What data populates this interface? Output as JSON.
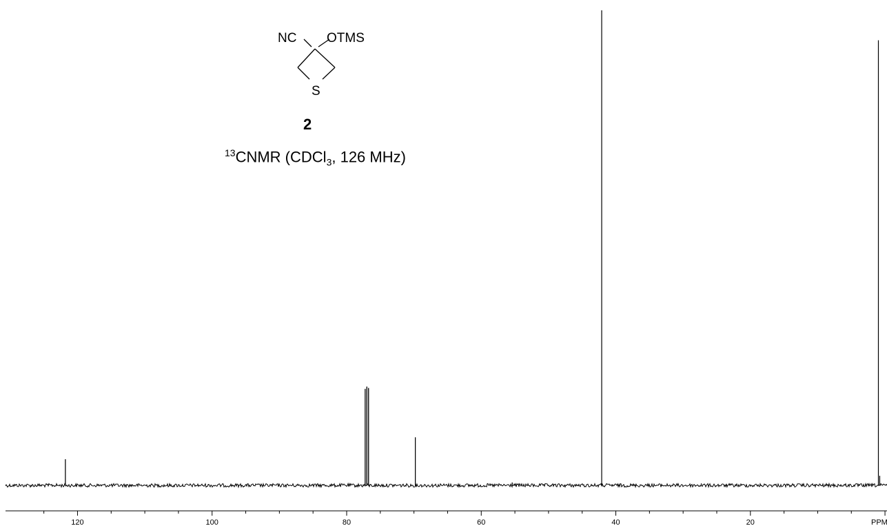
{
  "structure": {
    "label_nc": "NC",
    "label_otms": "OTMS",
    "label_s": "S"
  },
  "annotations": {
    "compound_number": "2",
    "nucleus_superscript": "13",
    "method_prefix": "CNMR (CDCl",
    "solvent_subscript": "3",
    "method_suffix": ", 126 MHz)"
  },
  "chart_data": {
    "type": "line",
    "title": "",
    "xlabel": "PPM",
    "ylabel": "",
    "x_direction": "reversed",
    "xlim": [
      130.7,
      -0.3
    ],
    "ylim": [
      0,
      100
    ],
    "grid": false,
    "legend": "none",
    "x_ticks": [
      120,
      100,
      80,
      60,
      40,
      20
    ],
    "x_tick_labels": [
      "120",
      "100",
      "80",
      "60",
      "40",
      "20"
    ],
    "x_unit_label": "PPM",
    "peaks": [
      {
        "x": 121.8,
        "y": 5.5
      },
      {
        "x": 77.25,
        "y": 20.3
      },
      {
        "x": 77.0,
        "y": 20.8
      },
      {
        "x": 76.75,
        "y": 20.5
      },
      {
        "x": 69.8,
        "y": 10.1
      },
      {
        "x": 55.4,
        "y": 0.6
      },
      {
        "x": 42.1,
        "y": 100
      },
      {
        "x": 27.3,
        "y": 0.4
      },
      {
        "x": 0.98,
        "y": 93.7
      },
      {
        "x": 0.78,
        "y": 2.0
      }
    ],
    "noise_amplitude": 0.25,
    "line_color": "#000000"
  }
}
